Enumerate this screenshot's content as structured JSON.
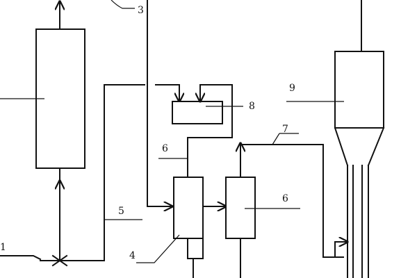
{
  "labels": {
    "one": "1",
    "three": "3",
    "four": "4",
    "five": "5",
    "six_upper": "6",
    "six_right": "6",
    "seven": "7",
    "eight": "8",
    "nine": "9"
  }
}
